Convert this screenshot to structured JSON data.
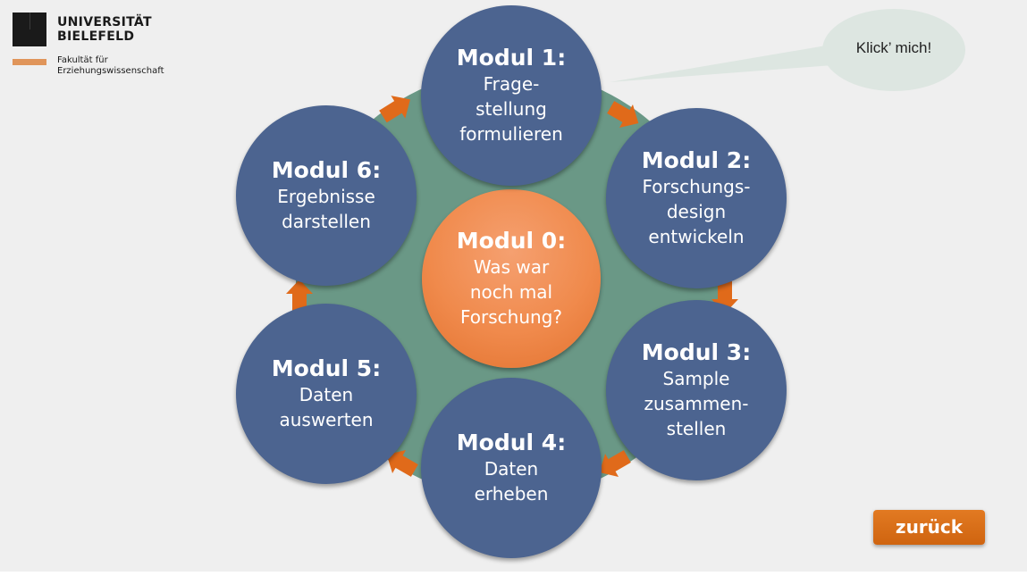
{
  "logo": {
    "university": "UNIVERSITÄT",
    "city": "BIELEFELD",
    "faculty_line1": "Fakultät für",
    "faculty_line2": "Erziehungswissenschaft"
  },
  "bubble": {
    "text": "Klick’ mich!"
  },
  "modules": [
    {
      "title": "Modul 0:",
      "lines": [
        "Was war",
        "noch mal",
        "Forschung?"
      ]
    },
    {
      "title": "Modul 1:",
      "lines": [
        "Frage-",
        "stellung",
        "formulieren"
      ]
    },
    {
      "title": "Modul 2:",
      "lines": [
        "Forschungs-",
        "design",
        "entwickeln"
      ]
    },
    {
      "title": "Modul 3:",
      "lines": [
        "Sample",
        "zusammen-",
        "stellen"
      ]
    },
    {
      "title": "Modul 4:",
      "lines": [
        "Daten",
        "erheben"
      ]
    },
    {
      "title": "Modul 5:",
      "lines": [
        "Daten",
        "auswerten"
      ]
    },
    {
      "title": "Modul 6:",
      "lines": [
        "Ergebnisse",
        "darstellen"
      ]
    }
  ],
  "back_button": {
    "label": "zurück"
  },
  "colors": {
    "module_blue": "#4c6490",
    "ring_green": "#6a9886",
    "arrow_orange": "#e06a1a",
    "center_orange": "#f08a4c",
    "button_orange": "#dd7120"
  }
}
